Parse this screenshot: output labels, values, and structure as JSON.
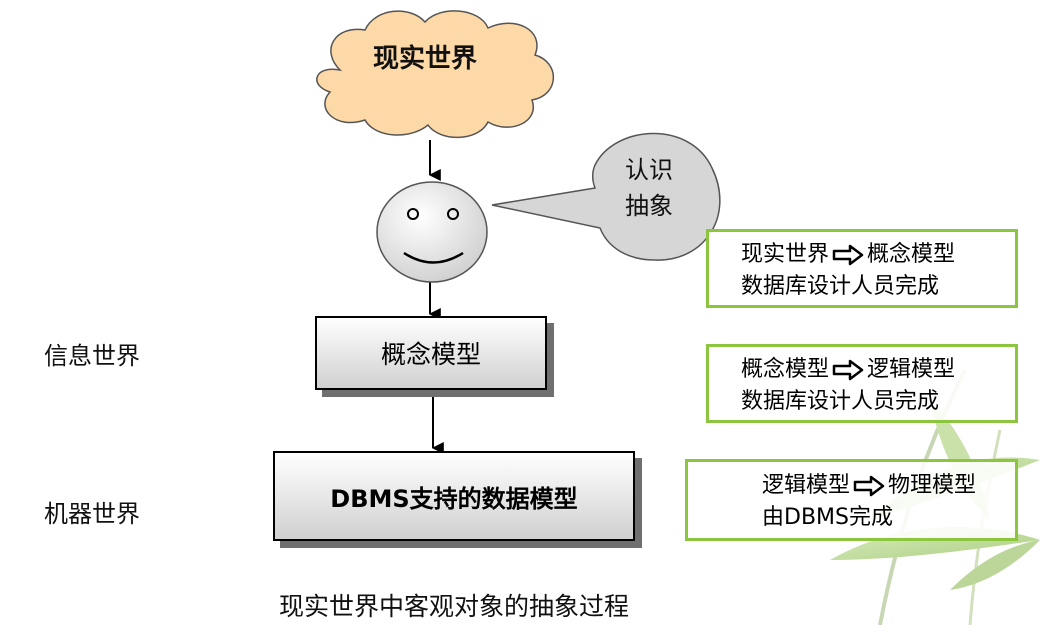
{
  "cloud_label": "现实世界",
  "bubble_label": [
    "认识",
    "抽象"
  ],
  "box_conceptual": "概念模型",
  "box_dbms": "DBMS支持的数据模型",
  "side_labels": {
    "info_world": "信息世界",
    "machine_world": "机器世界"
  },
  "notes": [
    {
      "from": "现实世界",
      "to": "概念模型",
      "by": "数据库设计人员完成"
    },
    {
      "from": "概念模型",
      "to": "逻辑模型",
      "by": "数据库设计人员完成"
    },
    {
      "from": "逻辑模型",
      "to": "物理模型",
      "by": "由DBMS完成"
    }
  ],
  "caption": "现实世界中客观对象的抽象过程",
  "colors": {
    "cloud_fill": "#fdd9a8",
    "note_border": "#8cc63f",
    "face_fill": "#e8e8e8"
  },
  "icons": {
    "transition": "hollow-right-arrow-icon",
    "face": "smiley-face-icon"
  }
}
